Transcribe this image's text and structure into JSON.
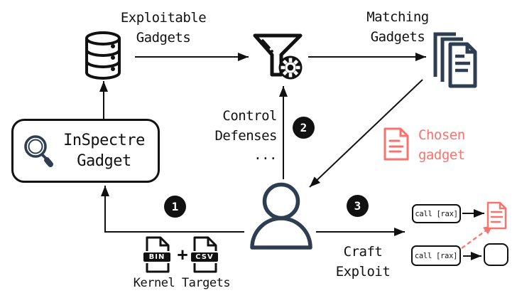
{
  "colors": {
    "ink": "#111111",
    "navy": "#2c3e50",
    "red": "#f8736d",
    "bg": "#ffffff"
  },
  "nodes": {
    "exploitable_gadgets_label": {
      "line1": "Exploitable",
      "line2": "Gadgets"
    },
    "matching_gadgets_label": {
      "line1": "Matching",
      "line2": "Gadgets"
    },
    "inspectre_box": {
      "line1": "InSpectre",
      "line2": "Gadget"
    },
    "control_defenses_label": {
      "line1": "Control",
      "line2": "Defenses",
      "ellipsis": "..."
    },
    "chosen_gadget_label": {
      "line1": "Chosen",
      "line2": "gadget"
    },
    "craft_exploit_label": {
      "line1": "Craft",
      "line2": "Exploit"
    },
    "kernel_targets_label": {
      "kernel": "Kernel",
      "plus": "+",
      "targets": "Targets"
    },
    "file_bin_badge": "BIN",
    "file_csv_badge": "CSV",
    "call_rax_top": "call [rax]",
    "call_rax_bottom": "call [rax]"
  },
  "steps": {
    "step1": "1",
    "step2": "2",
    "step3": "3"
  },
  "icons": {
    "database-icon": "stacked database cylinder",
    "filter-gear-icon": "funnel with gear",
    "documents-stack-icon": "stack of documents",
    "magnifier-icon": "magnifying glass",
    "person-icon": "user silhouette",
    "chosen-document-icon": "red chosen gadget document",
    "target-document-icon": "small red exploit target document",
    "bin-file-icon": "binary file with BIN badge",
    "csv-file-icon": "csv file with CSV badge",
    "empty-box": "empty result slot"
  }
}
